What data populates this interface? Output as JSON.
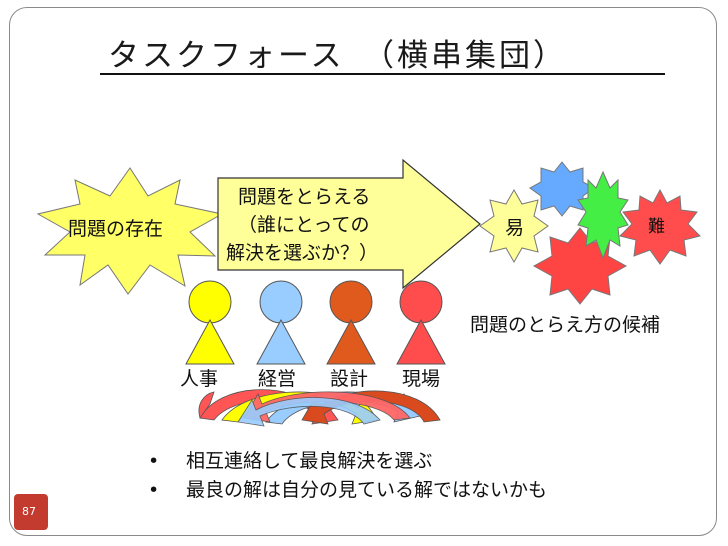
{
  "title": "タスクフォース　（横串集団）",
  "existence_label": "問題の存在",
  "arrow_text": {
    "line1": "問題をとらえる",
    "line2": "（誰にとっての",
    "line3": "解決を選ぶか？）"
  },
  "easy_label": "易",
  "hard_label": "難",
  "candidates_label": "問題のとらえ方の候補",
  "roles": [
    "人事",
    "経営",
    "設計",
    "現場"
  ],
  "bullets": [
    "相互連絡して最良解決を選ぶ",
    "最良の解は自分の見ている解ではないかも"
  ],
  "bullet_symbol": "•",
  "page_number": "87",
  "colors": {
    "sun_yellow": "#ffff66",
    "role_yellow": "#ffff00",
    "role_blue": "#99ccff",
    "role_orange": "#e05a1e",
    "role_red": "#ff4d4d",
    "burst_blue": "#66aaff",
    "burst_green": "#44ee44",
    "burst_red": "#ff4444",
    "star_cream": "#ffff99",
    "page_badge": "#c33a2e"
  }
}
